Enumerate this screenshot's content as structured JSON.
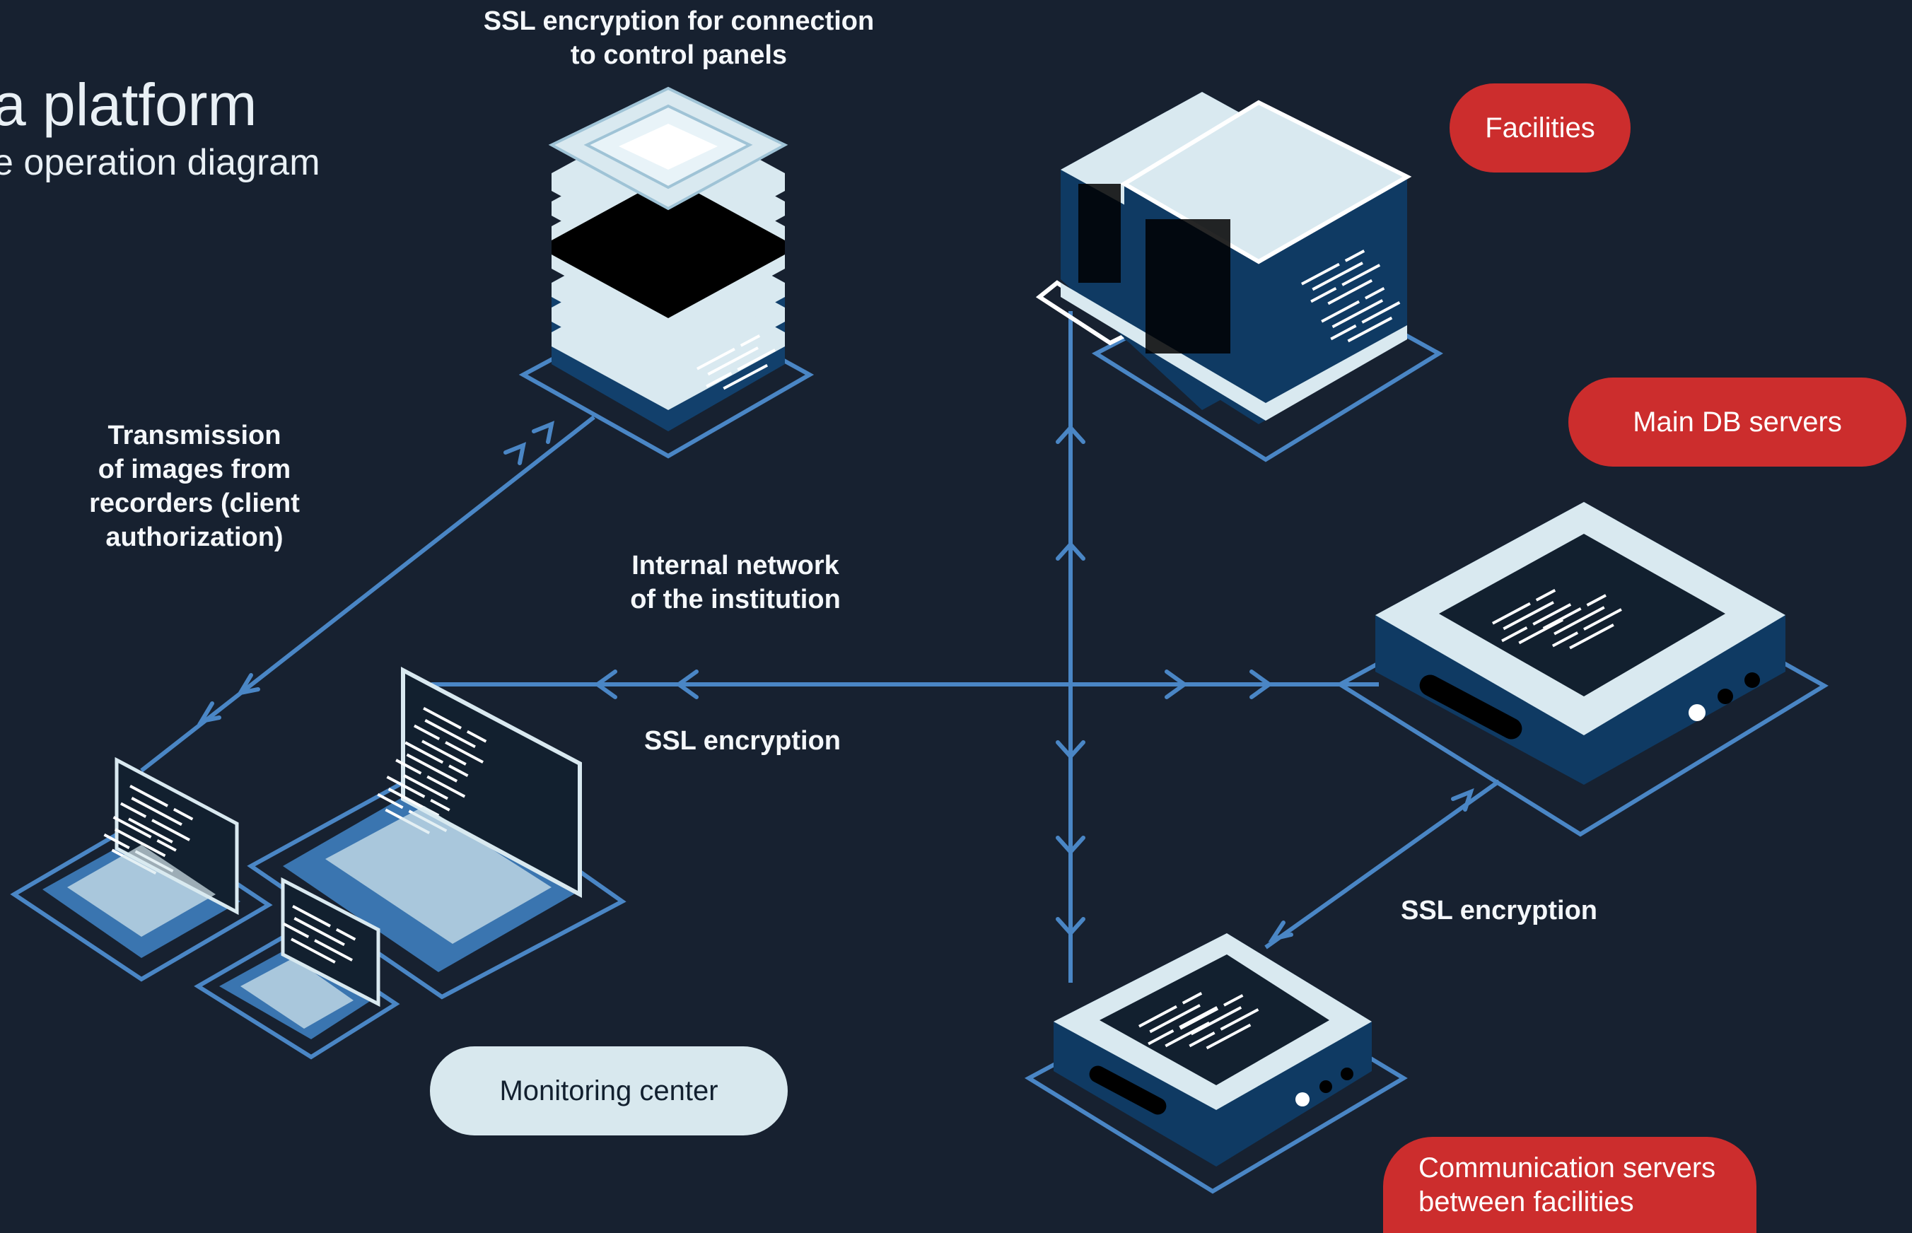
{
  "title": {
    "main": "a platform",
    "sub": "e operation diagram"
  },
  "labels": {
    "ssl_control_panels": "SSL encryption for connection\nto control panels",
    "transmission": "Transmission\nof images from\nrecorders (client\nauthorization)",
    "internal_network": "Internal network\nof the institution",
    "ssl_encryption_center": "SSL encryption",
    "ssl_encryption_right": "SSL encryption"
  },
  "tags": {
    "facilities": "Facilities",
    "main_db": "Main DB servers",
    "comm_servers": "Communication servers\nbetween facilities",
    "monitoring": "Monitoring center"
  },
  "colors": {
    "background": "#172130",
    "line": "#4a86c5",
    "tag_red": "#cc2d2d",
    "tag_light": "#d8e8ee",
    "device_light": "#d9e9f0",
    "device_dark": "#0f3a63",
    "device_blue": "#3a75b0"
  }
}
